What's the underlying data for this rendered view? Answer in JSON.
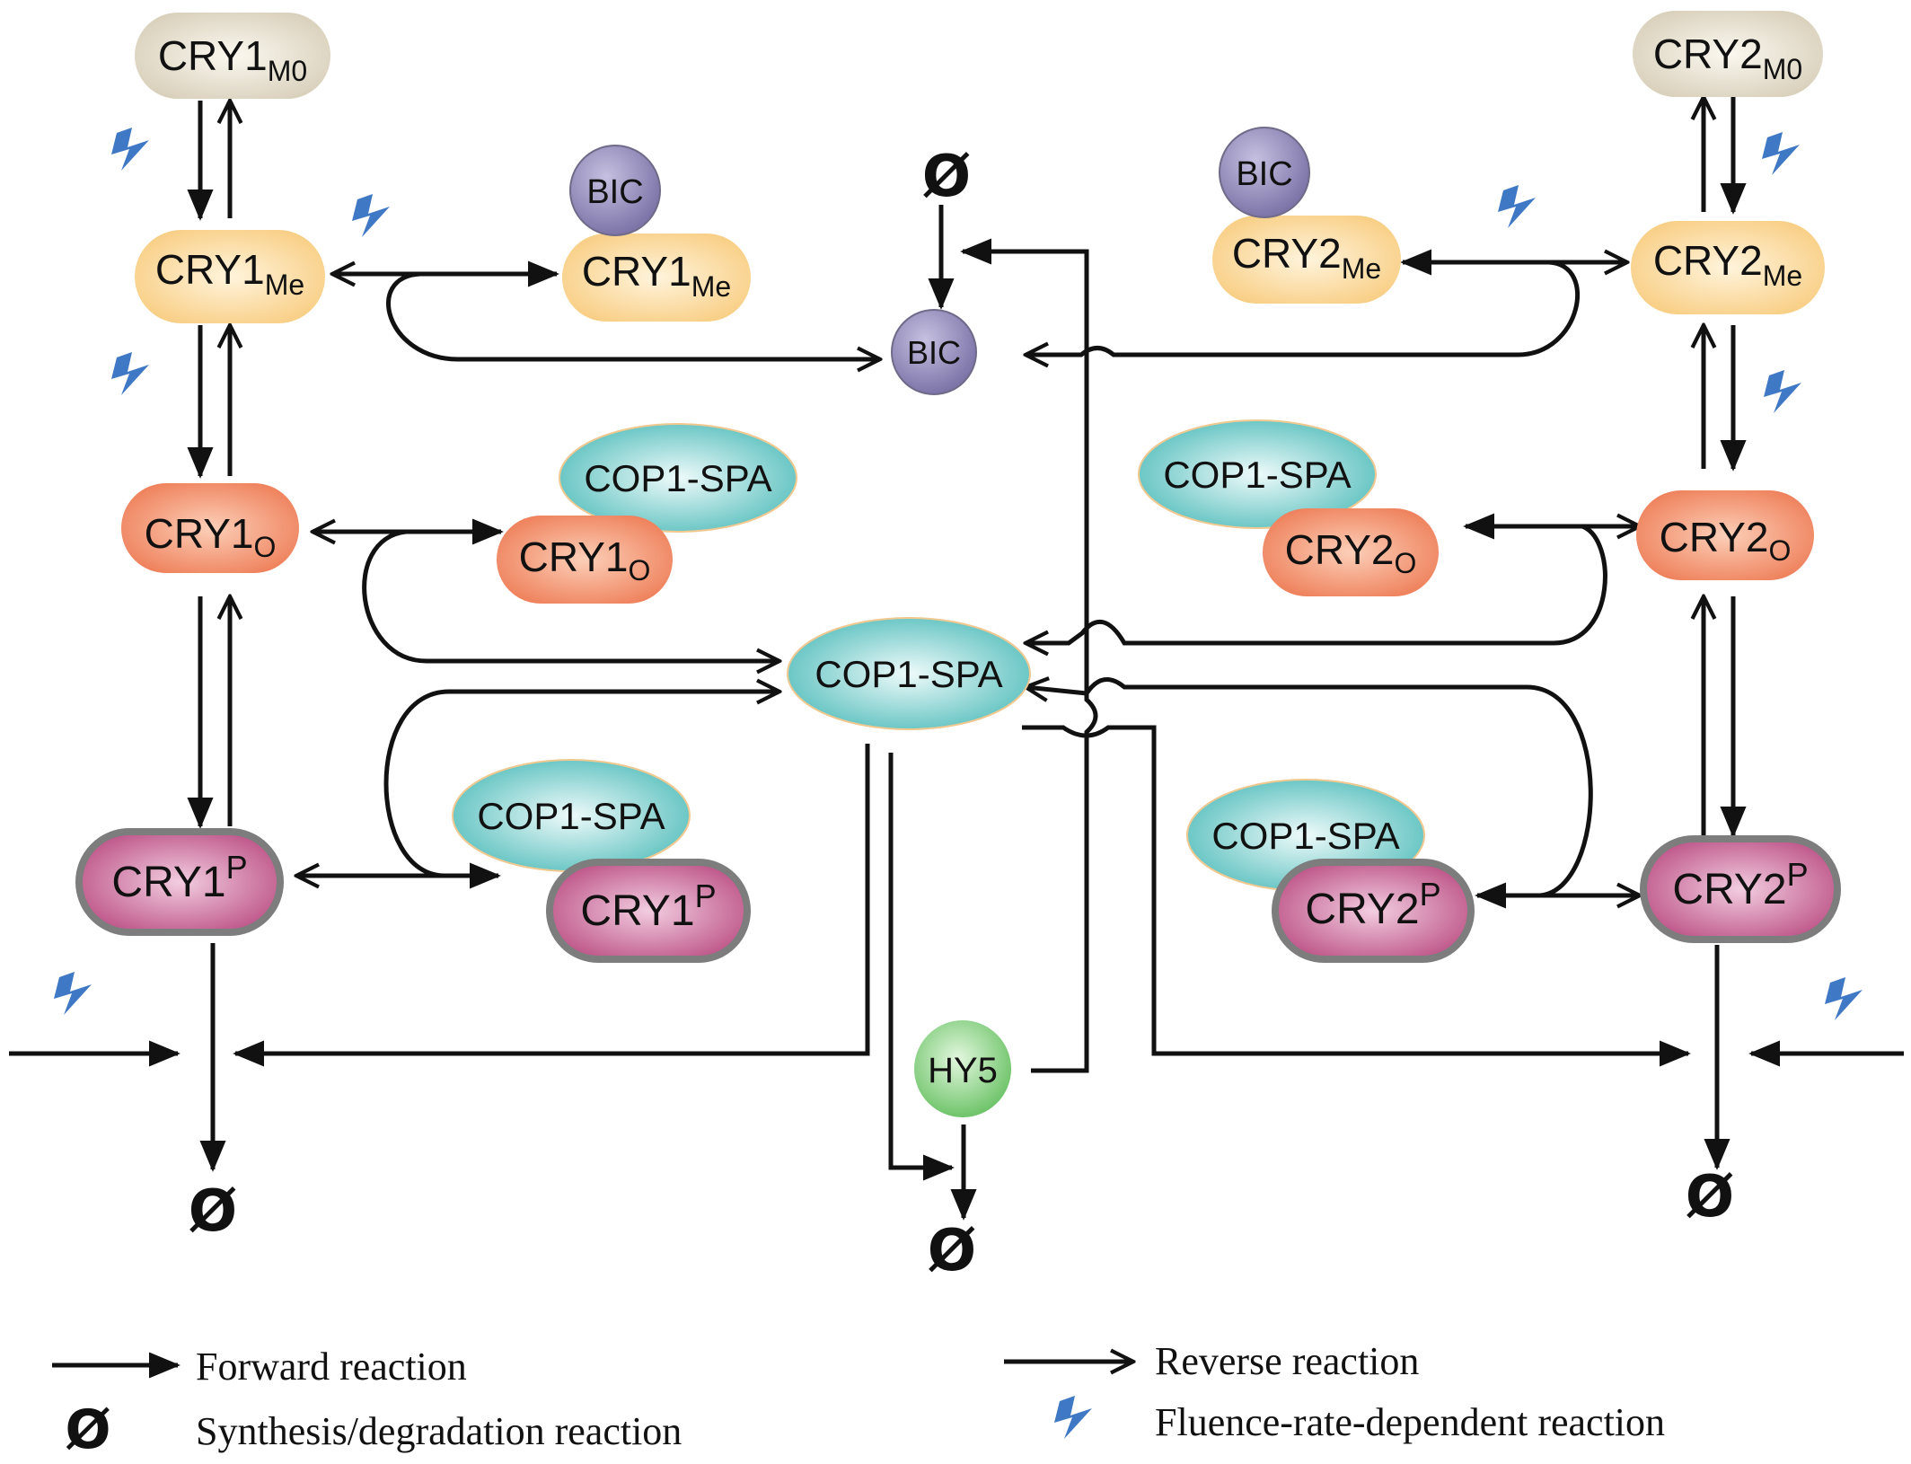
{
  "nodes": {
    "cry1_m0": {
      "base": "CRY1",
      "sub": "M0"
    },
    "cry1_me": {
      "base": "CRY1",
      "sub": "Me"
    },
    "bic_cry1_bic": "BIC",
    "bic_cry1_cry": {
      "base": "CRY1",
      "sub": "Me"
    },
    "bic_center": "BIC",
    "bic_cry2_bic": "BIC",
    "bic_cry2_cry": {
      "base": "CRY2",
      "sub": "Me"
    },
    "cry2_m0": {
      "base": "CRY2",
      "sub": "M0"
    },
    "cry2_me": {
      "base": "CRY2",
      "sub": "Me"
    },
    "cry1_o": {
      "base": "CRY1",
      "sub": "O"
    },
    "cop_cry1o_cop": "COP1-SPA",
    "cop_cry1o_cry": {
      "base": "CRY1",
      "sub": "O"
    },
    "cop_center": "COP1-SPA",
    "cop_cry2o_cop": "COP1-SPA",
    "cop_cry2o_cry": {
      "base": "CRY2",
      "sub": "O"
    },
    "cry2_o": {
      "base": "CRY2",
      "sub": "O"
    },
    "cry1_p": {
      "base": "CRY1",
      "sup": "P"
    },
    "cop_cry1p_cop": "COP1-SPA",
    "cop_cry1p_cry": {
      "base": "CRY1",
      "sup": "P"
    },
    "cop_cry2p_cop": "COP1-SPA",
    "cop_cry2p_cry": {
      "base": "CRY2",
      "sup": "P"
    },
    "cry2_p": {
      "base": "CRY2",
      "sup": "P"
    },
    "hy5": "HY5"
  },
  "null_symbol": "Ø",
  "legend": {
    "forward": "Forward reaction",
    "reverse": "Reverse reaction",
    "synthesis": "Synthesis/degradation reaction",
    "fluence": "Fluence-rate-dependent reaction"
  },
  "colors": {
    "m0": "#e3dccb",
    "me": "#fbdba0",
    "o": "#f3906e",
    "p": "#c86292",
    "p_border": "#7d7d7d",
    "bic": "#9088b8",
    "cop": "#6ecac8",
    "hy5": "#8fd48a",
    "bolt": "#3f78c4"
  }
}
